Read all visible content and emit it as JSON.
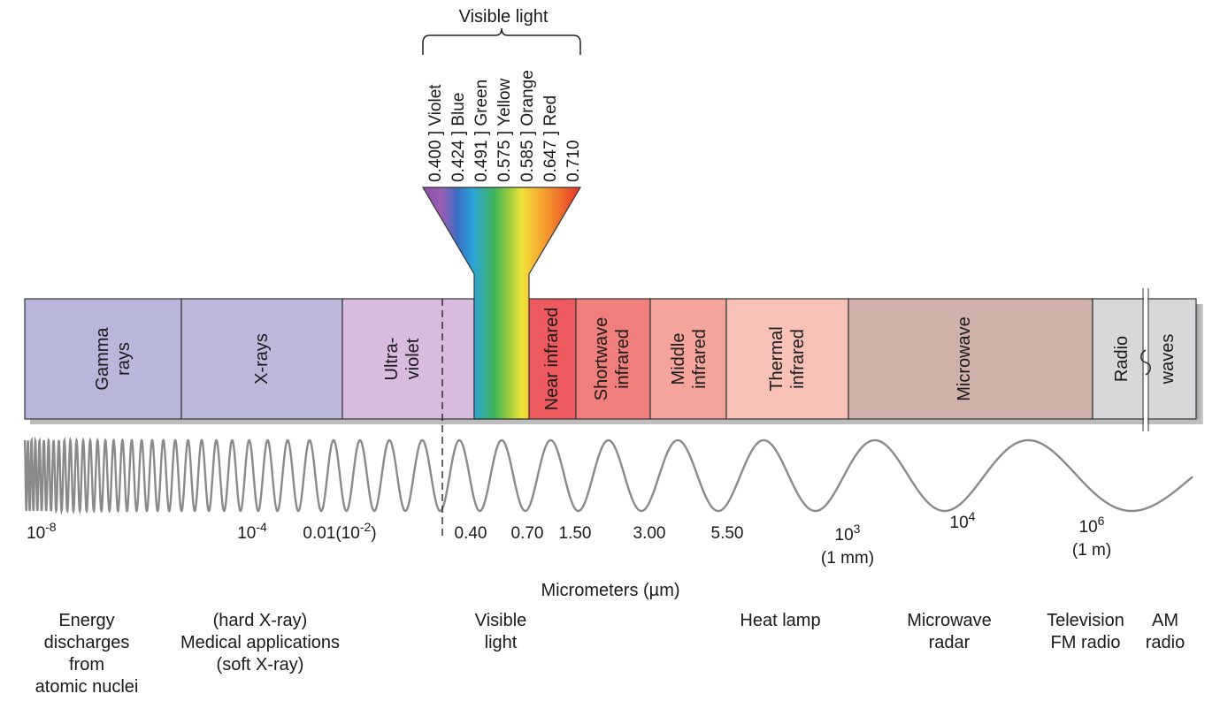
{
  "visible_light": {
    "title": "Visible light",
    "colors": [
      {
        "wavelength": "0.400",
        "name": "Violet"
      },
      {
        "wavelength": "0.424",
        "name": "Blue"
      },
      {
        "wavelength": "0.491",
        "name": "Green"
      },
      {
        "wavelength": "0.575",
        "name": "Yellow"
      },
      {
        "wavelength": "0.585",
        "name": "Orange"
      },
      {
        "wavelength": "0.647",
        "name": "Red"
      },
      {
        "wavelength": "0.710",
        "name": ""
      }
    ]
  },
  "bands": [
    {
      "lines": [
        "Gamma",
        "rays"
      ],
      "color": "#b9b6dc"
    },
    {
      "lines": [
        "X-rays"
      ],
      "color": "#bcb8dc"
    },
    {
      "lines": [
        "Ultra-",
        "violet"
      ],
      "color": "#d7bcdd"
    },
    {
      "lines": [
        "Visible"
      ],
      "color": "spectrum"
    },
    {
      "lines": [
        "Near infrared"
      ],
      "color": "#ee5a5e"
    },
    {
      "lines": [
        "Shortwave",
        "infrared"
      ],
      "color": "#f07f7b"
    },
    {
      "lines": [
        "Middle",
        "infrared"
      ],
      "color": "#f5a49c"
    },
    {
      "lines": [
        "Thermal",
        "infrared"
      ],
      "color": "#f8c1b8"
    },
    {
      "lines": [
        "Microwave"
      ],
      "color": "#cfb1a9"
    },
    {
      "lines": [
        "Radio"
      ],
      "color": "#d8d8da"
    },
    {
      "lines": [
        "waves"
      ],
      "color": "#d8d8da"
    }
  ],
  "scale": {
    "labels": [
      {
        "text": "10",
        "sup": "-8"
      },
      {
        "text": "10",
        "sup": "-4"
      },
      {
        "text": "0.01(10",
        "sup": "-2",
        "after": ")"
      },
      {
        "text": "0.40"
      },
      {
        "text": "0.70"
      },
      {
        "text": "1.50"
      },
      {
        "text": "3.00"
      },
      {
        "text": "5.50"
      },
      {
        "text": "10",
        "sup": "3",
        "sub": "(1 mm)"
      },
      {
        "text": "10",
        "sup": "4"
      },
      {
        "text": "10",
        "sup": "6",
        "sub": "(1 m)"
      }
    ],
    "unit": "Micrometers (µm)"
  },
  "applications": [
    {
      "lines": [
        "Energy",
        "discharges",
        "from",
        "atomic nuclei"
      ]
    },
    {
      "lines": [
        "(hard X-ray)",
        "Medical applications",
        "(soft X-ray)"
      ]
    },
    {
      "lines": [
        "Visible",
        "light"
      ]
    },
    {
      "lines": [
        "Heat lamp"
      ]
    },
    {
      "lines": [
        "Microwave",
        "radar"
      ]
    },
    {
      "lines": [
        "Television",
        "FM radio"
      ]
    },
    {
      "lines": [
        "AM",
        "radio"
      ]
    }
  ]
}
